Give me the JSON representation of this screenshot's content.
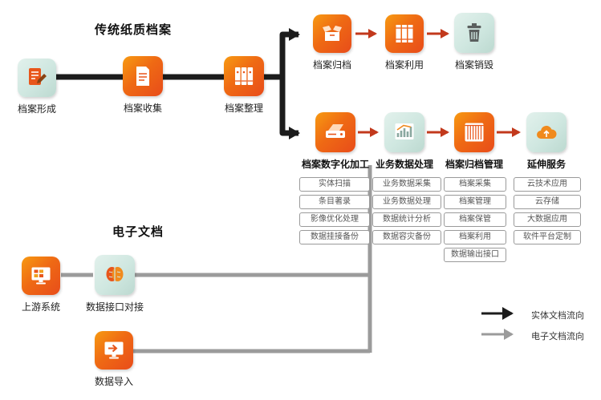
{
  "titles": {
    "paper": "传统纸质档案",
    "electronic": "电子文档"
  },
  "paper_flow": {
    "formation": "档案形成",
    "collection": "档案收集",
    "arrangement": "档案整理",
    "filing": "档案归档",
    "utilization": "档案利用",
    "destruction": "档案销毁"
  },
  "digital_flow": {
    "digitization": {
      "label": "档案数字化加工",
      "items": [
        "实体扫描",
        "条目著录",
        "影像优化处理",
        "数据挂接备份"
      ]
    },
    "business": {
      "label": "业务数据处理",
      "items": [
        "业务数据采集",
        "业务数据处理",
        "数据统计分析",
        "数据容灾备份"
      ]
    },
    "filing_mgmt": {
      "label": "档案归档管理",
      "items": [
        "档案采集",
        "档案管理",
        "档案保管",
        "档案利用",
        "数据输出接口"
      ]
    },
    "extended": {
      "label": "延伸服务",
      "items": [
        "云技术应用",
        "云存储",
        "大数据应用",
        "软件平台定制"
      ]
    }
  },
  "electronic_flow": {
    "upstream": "上游系统",
    "interface": "数据接口对接",
    "import": "数据导入"
  },
  "legend": {
    "physical": "实体文档流向",
    "electronic": "电子文档流向"
  },
  "colors": {
    "tile_orange": "#e8561b",
    "tile_orange_light": "#f79a12",
    "tile_teal": "#cfe7e0",
    "flow_black": "#1c1c1c",
    "flow_gray": "#9b9b9b",
    "arrow_red": "#c2391c"
  }
}
